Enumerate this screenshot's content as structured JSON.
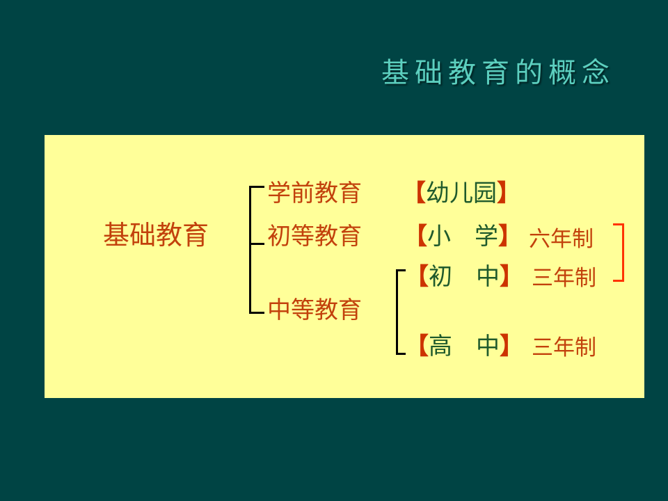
{
  "title": "基础教育的概念",
  "colors": {
    "background": "#004444",
    "panel": "#ffff99",
    "title": "#5ccfbf",
    "category_text": "#c2410c",
    "item_text": "#1f5a2c",
    "brackets": "#cc3300",
    "connector": "#000000",
    "red_bracket": "#ff3300"
  },
  "root": {
    "label": "基础教育"
  },
  "branches": [
    {
      "label": "学前教育",
      "items": [
        {
          "open": "【",
          "label": "幼儿园",
          "close": "】"
        }
      ]
    },
    {
      "label": "初等教育",
      "items": [
        {
          "open": "【",
          "label": "小　学",
          "close": "】",
          "duration": "六年制"
        }
      ]
    },
    {
      "label": "中等教育",
      "items": [
        {
          "open": "【",
          "label": "初　中",
          "close": "】",
          "duration": "三年制"
        },
        {
          "open": "【",
          "label": "高　中",
          "close": "】",
          "duration": "三年制"
        }
      ]
    }
  ]
}
